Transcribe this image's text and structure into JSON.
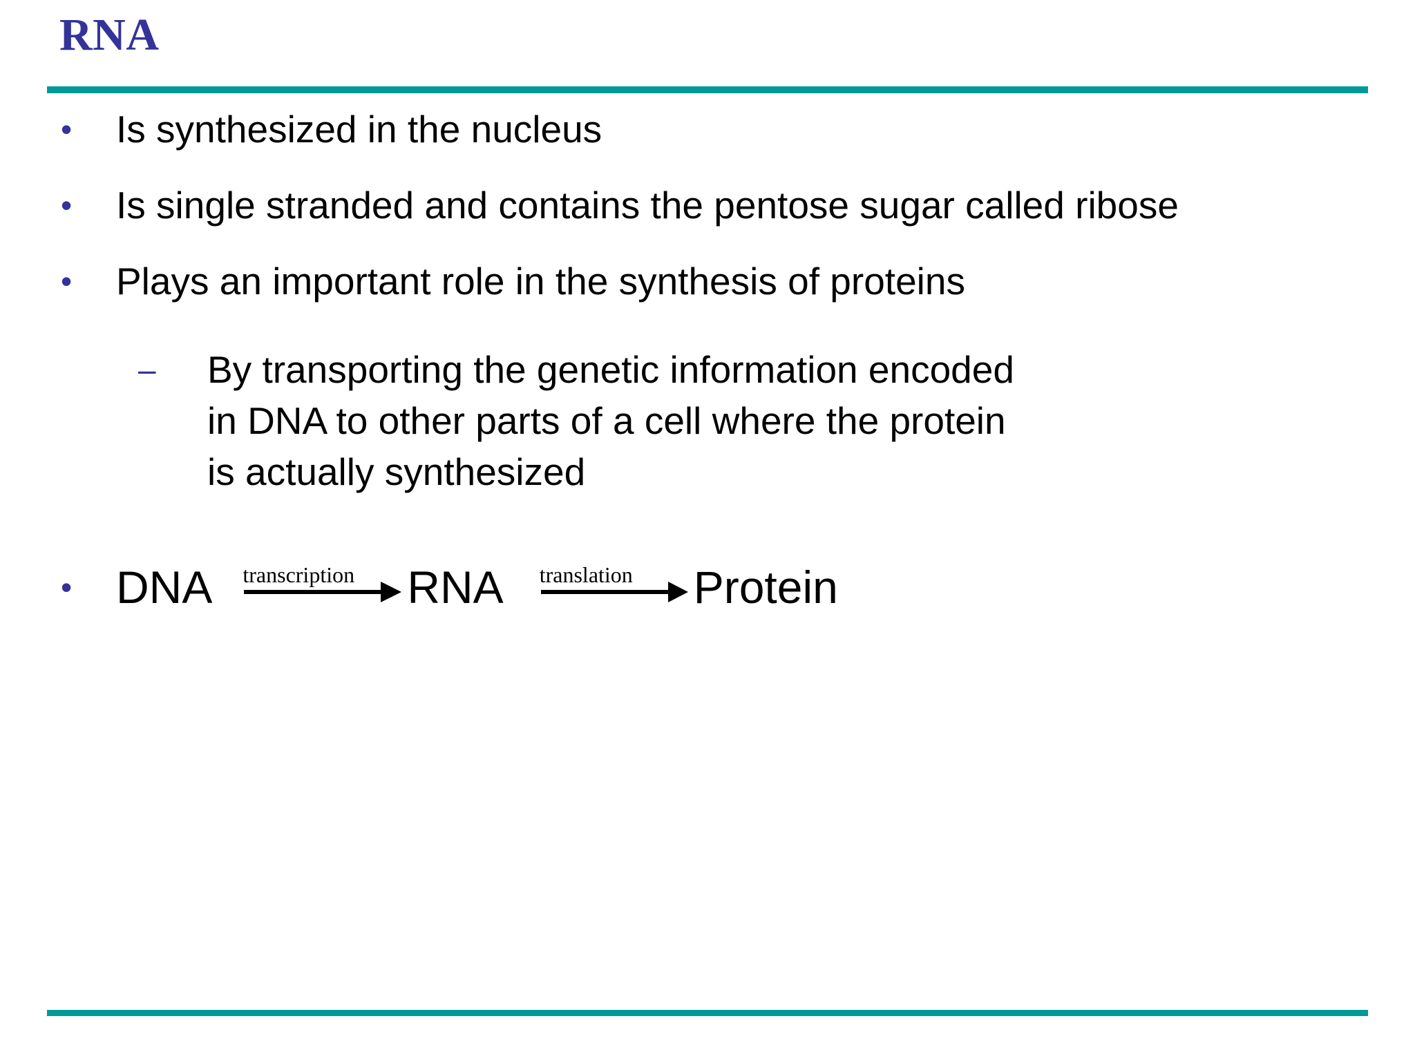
{
  "slide": {
    "title": "RNA",
    "colors": {
      "title": "#333399",
      "rule": "#009999",
      "bullet": "#333399",
      "text": "#000000",
      "background": "#FFFFFF"
    },
    "bullets": [
      {
        "marker": "•",
        "level": 1,
        "text": "Is synthesized in the nucleus"
      },
      {
        "marker": "•",
        "level": 1,
        "text": "Is single stranded and contains the pentose sugar called ribose"
      },
      {
        "marker": "•",
        "level": 1,
        "text": "Plays an important role in the synthesis of proteins"
      },
      {
        "marker": "–",
        "level": 2,
        "text": "By transporting the genetic information encoded in DNA to other parts of a cell where the protein is actually synthesized"
      }
    ],
    "pathway": {
      "marker": "•",
      "nodes": [
        "DNA",
        "RNA",
        "Protein"
      ],
      "arrows": [
        {
          "label": "transcription"
        },
        {
          "label": "translation"
        }
      ]
    }
  }
}
